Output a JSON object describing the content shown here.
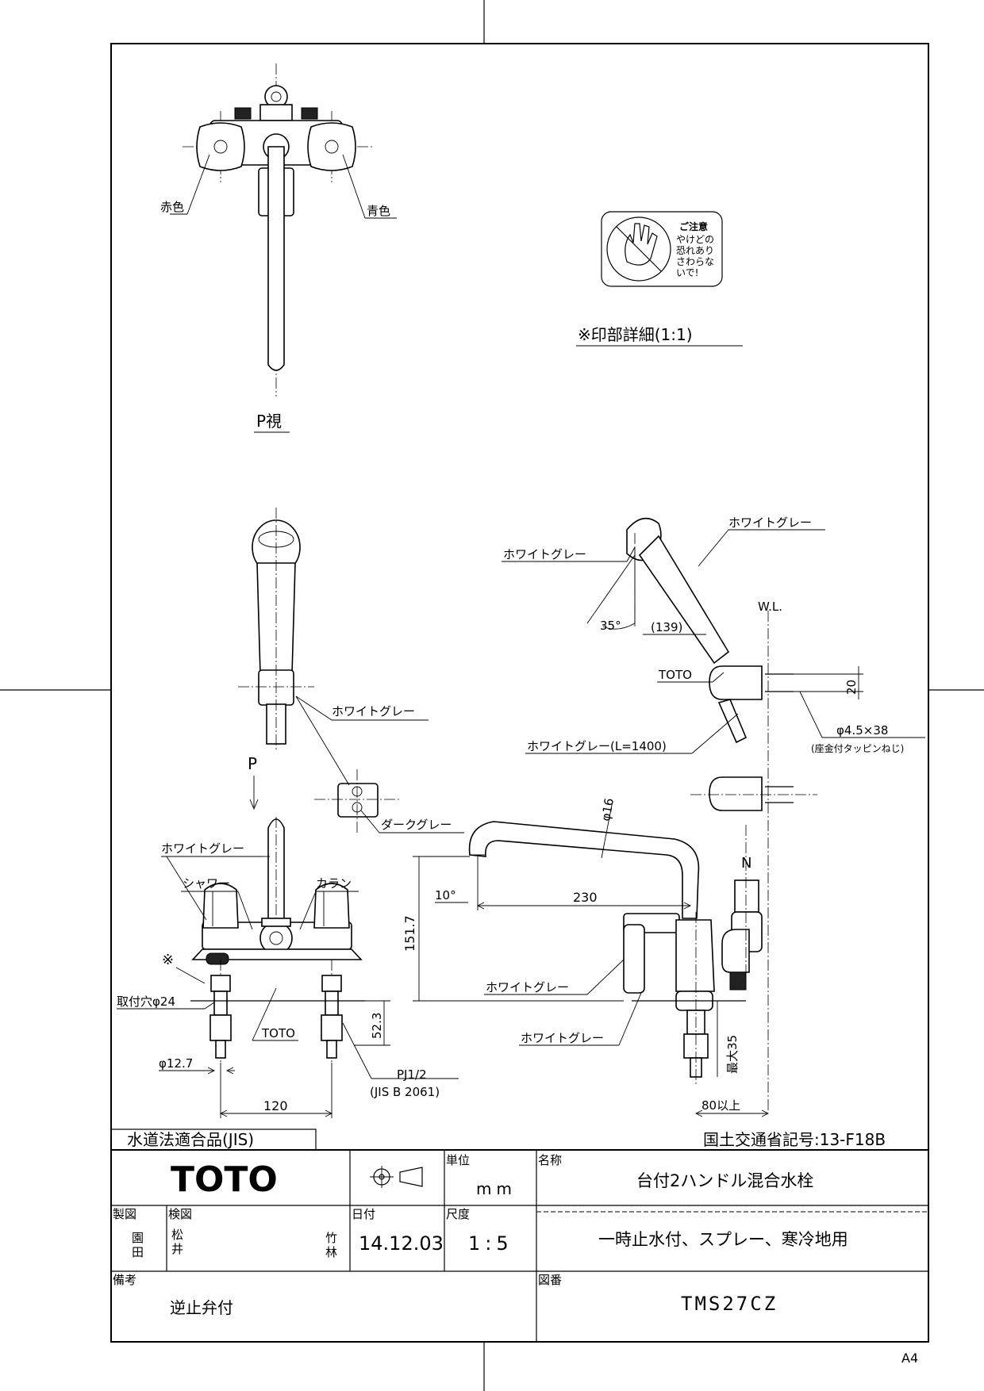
{
  "drawing": {
    "views": {
      "top_view_label": "P視",
      "direction_marker": "P"
    },
    "callouts": {
      "red": "赤色",
      "blue": "青色",
      "white_gray": "ホワイトグレー",
      "white_gray_hose": "ホワイトグレー(L=1400)",
      "dark_gray": "ダークグレー",
      "shower": "シャワー",
      "spout": "カラン",
      "asterisk": "※",
      "toto_mark": "TOTO",
      "mount_hole": "取付穴φ24",
      "pipe_dia": "φ12.7",
      "thread": "PJ1/2",
      "thread_std": "(JIS B 2061)",
      "screw": "φ4.5×38",
      "screw_note": "(座金付タッピンねじ)",
      "water_level": "W.L.",
      "n_mark": "N"
    },
    "dimensions": {
      "d120": "120",
      "d52_3": "52.3",
      "d151_7": "151.7",
      "d230": "230",
      "d10deg": "10°",
      "d16": "φ16",
      "d35deg": "35°",
      "d139": "(139)",
      "d20": "20",
      "d35max": "最大35",
      "d80": "80以上"
    },
    "caution_label": {
      "title": "ご注意",
      "lines": [
        "やけどの",
        "恐れあり",
        "さわらな",
        "いで!"
      ]
    },
    "detail_label": "※印部詳細(1:1)",
    "approval_box": "水道法適合品(JIS)",
    "ministry_code": "国土交通省記号:13-F18B"
  },
  "title_block": {
    "brand": "TOTO",
    "unit_label": "単位",
    "unit_value": "mm",
    "name_label": "名称",
    "name_value": "台付2ハンドル混合水栓",
    "drafted_label": "製図",
    "drafted_by": [
      "園",
      "田"
    ],
    "checked_label": "検図",
    "checked_by": [
      "松",
      "井"
    ],
    "checked_by2": [
      "竹",
      "林"
    ],
    "date_label": "日付",
    "date_value": "14.12.03",
    "scale_label": "尺度",
    "scale_value": "1:5",
    "subtitle": "一時止水付、スプレー、寒冷地用",
    "remarks_label": "備考",
    "remarks_value": "逆止弁付",
    "drawing_no_label": "図番",
    "drawing_no_value": "TMS27CZ",
    "paper_size": "A4"
  }
}
